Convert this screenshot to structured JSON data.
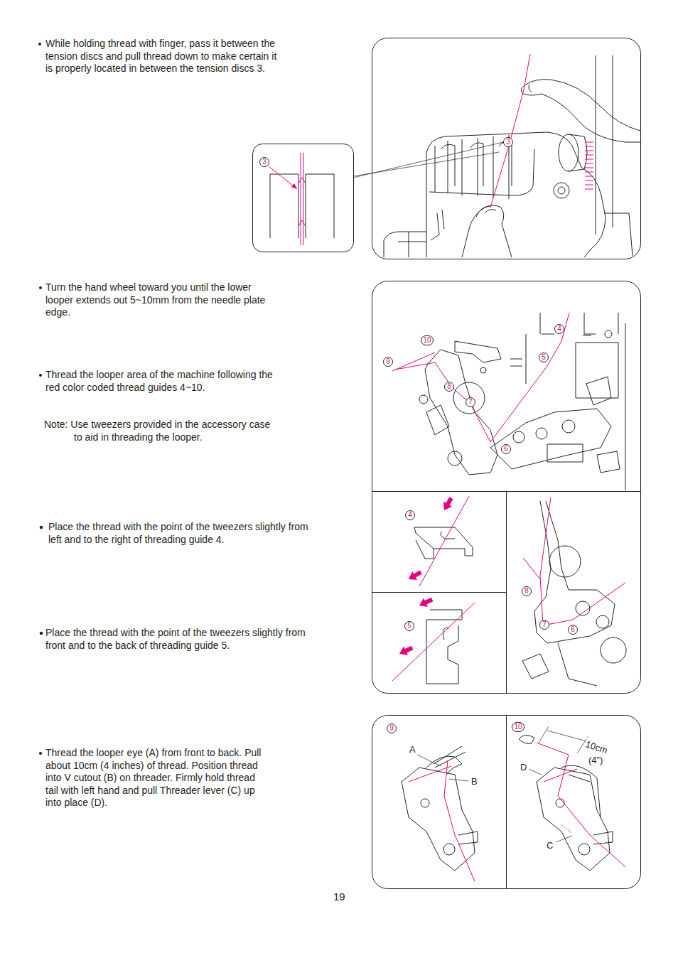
{
  "diagram": {
    "nodes": [
      {
        "text": [
          "3"
        ]
      },
      {
        "text": [
          "3"
        ]
      },
      {
        "text": [
          "10"
        ]
      },
      {
        "text": [
          "9"
        ]
      },
      {
        "text": [
          "4"
        ]
      },
      {
        "text": [
          "5"
        ]
      },
      {
        "text": [
          "8"
        ]
      },
      {
        "text": [
          "7"
        ]
      },
      {
        "text": [
          "6"
        ]
      },
      {
        "text": [
          "4"
        ]
      },
      {
        "text": [
          "5"
        ]
      },
      {
        "text": [
          "8"
        ]
      },
      {
        "text": [
          "7"
        ]
      },
      {
        "text": [
          "6"
        ]
      },
      {
        "text": [
          "9"
        ]
      },
      {
        "text": [
          "10"
        ]
      }
    ],
    "edges": [],
    "labels": [
      "While holding thread with finger, pass it between the tension discs and pull thread down to make certain it is properly located in between the tension discs 3.",
      "Turn the hand wheel toward you until the lower looper extends out 5~10mm from the needle plate edge.",
      "Thread the looper area of the machine following the red color coded thread guides 4~10.",
      "Note: Use tweezers provided in the accessory case to aid in threading the looper.",
      "Place the thread with the point of the tweezers slightly from left and to the right of threading guide 4.",
      "Place the thread with the point of the tweezers slightly from front and to the back of threading guide 5.",
      "Thread the looper eye (A) from front to back. Pull about 10cm (4 inches) of thread. Position thread into V cutout (B) on threader. Firmly hold thread tail with left hand and pull Threader lever (C) up into place (D).",
      "A",
      "B",
      "D",
      "10cm",
      "(4”)",
      "C",
      "19"
    ]
  }
}
